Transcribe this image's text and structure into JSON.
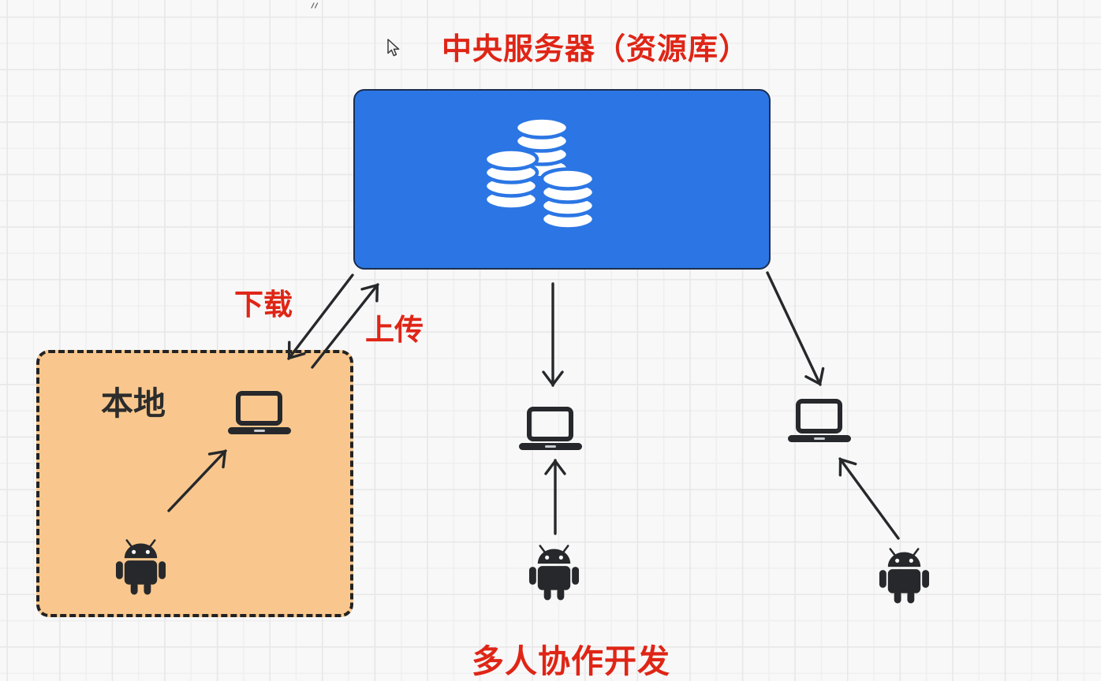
{
  "colors": {
    "background": "#f8f8f8",
    "grid_minor": "#efefef",
    "grid_major": "#e7e7e7",
    "server_blue": "#2b76e4",
    "server_border": "#1c2e4e",
    "label_red": "#df2516",
    "local_fill": "#f9c78d",
    "local_border": "#222222",
    "ink": "#26282b",
    "local_text": "#2c2c2c"
  },
  "title": "中央服务器（资源库）",
  "labels": {
    "download": "下载",
    "upload": "上传",
    "local": "本地",
    "caption": "多人协作开发"
  },
  "icons": {
    "server": "coins-repository-icon",
    "workstation": "laptop-icon",
    "developer": "android-robot-icon",
    "pointer": "mouse-cursor-icon"
  },
  "edges": {
    "download": {
      "label": "下载",
      "from": "中央服务器（资源库）",
      "to": "本地"
    },
    "upload": {
      "label": "上传",
      "from": "本地",
      "to": "中央服务器（资源库）"
    },
    "server_to_workstation_2": {
      "from": "中央服务器（资源库）",
      "to": "workstation-2"
    },
    "server_to_workstation_3": {
      "from": "中央服务器（资源库）",
      "to": "workstation-3"
    },
    "developer_1_to_laptop": {
      "from": "developer-1",
      "to": "local-laptop"
    },
    "developer_2_to_laptop": {
      "from": "developer-2",
      "to": "workstation-2"
    },
    "developer_3_to_laptop": {
      "from": "developer-3",
      "to": "workstation-3"
    }
  }
}
